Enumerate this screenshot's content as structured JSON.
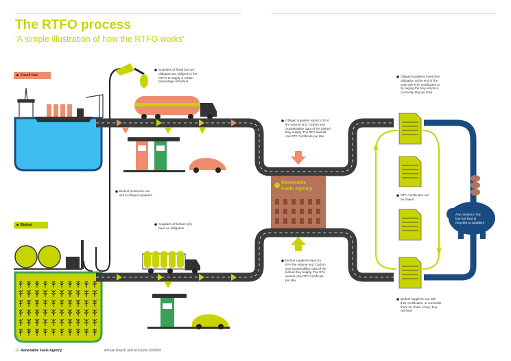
{
  "header": {
    "title": "The RTFO process",
    "subtitle": "‘A simple illustration of how the RTFO works’"
  },
  "labels": {
    "fossil_fuel": "Fossil fuel",
    "biofuel": "Biofuel",
    "agency_line1": "Renewable",
    "agency_line2": "Fuels Agency"
  },
  "notes": {
    "suppliers_obligated": "Suppliers of fossil fuel are obligated are obliged by the RTFO to supply a certain percentage of biofuel",
    "obliged_report": "Obliged suppliers report to RFA the volume and ‘Carbon and Sustainability’ data of the biofuel they supply. The RFA awards one RTF Certificate per litre",
    "biofuel_producers": "Biofuel producers can sell to obliged suppliers",
    "no_obligation": "Suppliers of biofuel only have no obligation",
    "biofuel_report": "Biofuel suppliers report to RFA the volume and ‘Carbon and Sustainability’ data of the biofuel they supply. The RFA awards one RTF Certificate per litre",
    "meet_obligation": "Obliged suppliers meet their obligation at the end of the year with RTF certificates or by paying the buy-out price (currently 15p per litre)",
    "certificates_traded": "RTF Certificates can be traded",
    "buyout_fund": "Any monies in the buy-out fund is recycled to suppliers",
    "sell_certificates": "Biofuel suppliers can sell their certificates, or surrender them for share of any ‘buy-out fund’"
  },
  "footer": {
    "page": "12",
    "org": "Renewable Fuels Agency",
    "report": "Annual Report and Accounts 2008/09"
  },
  "colors": {
    "accent": "#c8d400",
    "fossil": "#f08c6e",
    "water": "#3dbdf0",
    "road": "#3b3b3b",
    "blue_route": "#1a4b80",
    "agency": "#b5735a"
  }
}
